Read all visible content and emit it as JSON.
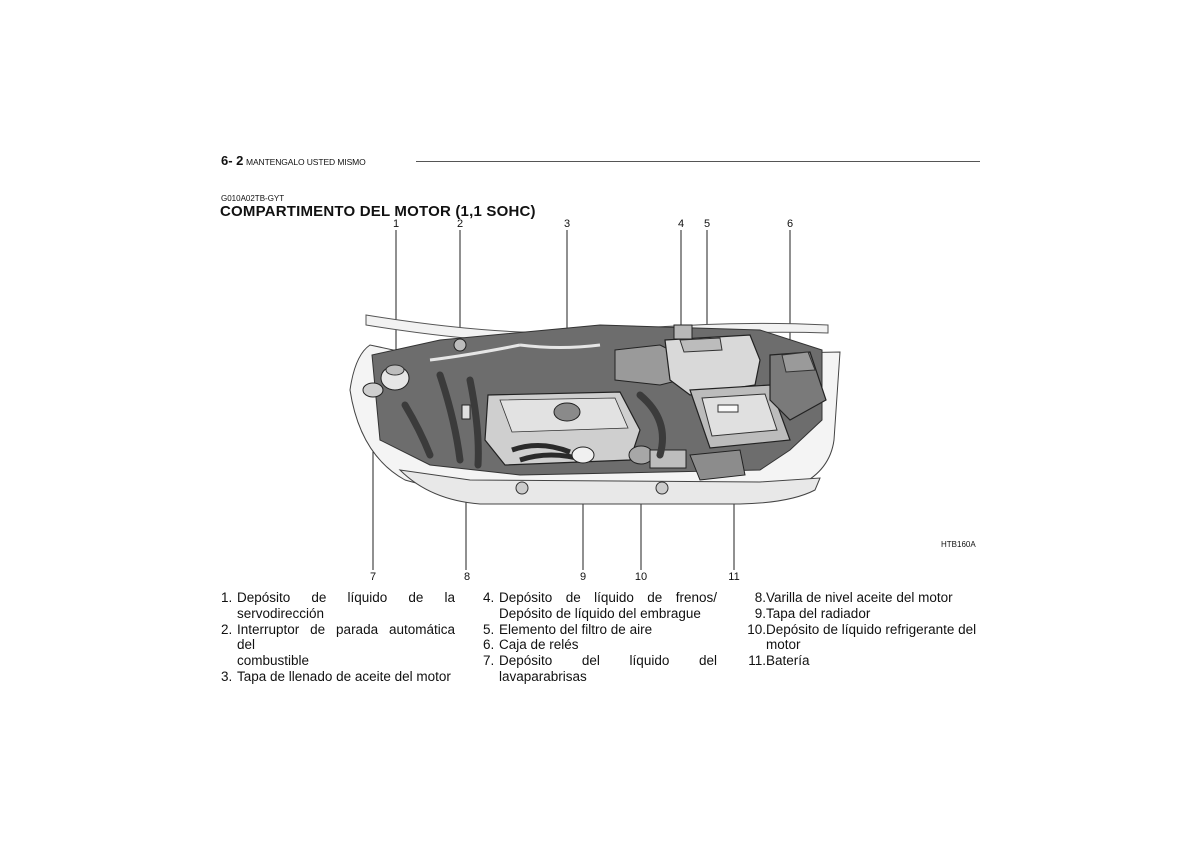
{
  "header": {
    "page_number": "6- 2",
    "section_title": "MANTENGALO USTED MISMO"
  },
  "doc_code": "G010A02TB-GYT",
  "title": "COMPARTIMENTO DEL MOTOR (1,1 SOHC)",
  "figure": {
    "image_code": "HTB160A",
    "callouts_top": [
      "1",
      "2",
      "3",
      "4",
      "5",
      "6"
    ],
    "callouts_bottom": [
      "7",
      "8",
      "9",
      "10",
      "11"
    ]
  },
  "legend": {
    "col1": [
      {
        "num": "1.",
        "line1": "Depósito de líquido de la",
        "line2": "servodirección"
      },
      {
        "num": "2.",
        "line1": "Interruptor de parada automática del",
        "line2": "combustible"
      },
      {
        "num": "3.",
        "line1": "Tapa de llenado de aceite del motor",
        "line2": ""
      }
    ],
    "col2": [
      {
        "num": "4.",
        "line1": "Depósito de líquido de frenos/",
        "line2": "Depósito de líquido del embrague"
      },
      {
        "num": "5.",
        "line1": "Elemento del filtro de aire",
        "line2": ""
      },
      {
        "num": "6.",
        "line1": "Caja de relés",
        "line2": ""
      },
      {
        "num": "7.",
        "line1": "Depósito del líquido del",
        "line2": "lavaparabrisas"
      }
    ],
    "col3": [
      {
        "num": "8.",
        "line1": "Varilla de nivel aceite del motor",
        "line2": ""
      },
      {
        "num": "9.",
        "line1": "Tapa del radiador",
        "line2": ""
      },
      {
        "num": "10.",
        "line1": "Depósito de líquido refrigerante del",
        "line2": "motor"
      },
      {
        "num": "11.",
        "line1": "Batería",
        "line2": ""
      }
    ]
  }
}
